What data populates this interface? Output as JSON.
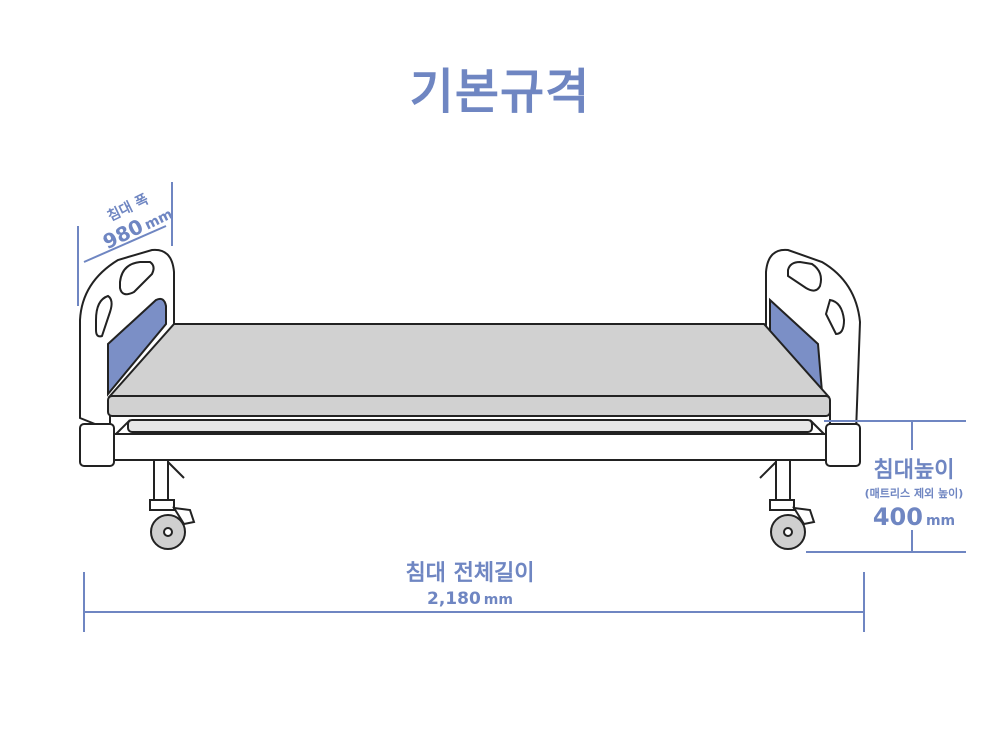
{
  "title": "기본규격",
  "colors": {
    "accent": "#6f86c2",
    "mattress": "#d1d1d1",
    "outline": "#222222",
    "panel": "#7b8fc6"
  },
  "dimensions": {
    "width": {
      "label": "침대 폭",
      "value": "980",
      "unit": "mm"
    },
    "length": {
      "label": "침대 전체길이",
      "value": "2,180",
      "unit": "mm"
    },
    "height": {
      "label": "침대높이",
      "note": "(매트리스 제외 높이)",
      "value": "400",
      "unit": "mm"
    }
  }
}
